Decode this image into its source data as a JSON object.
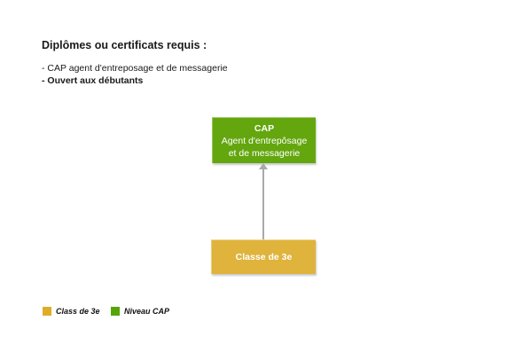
{
  "header": {
    "title": "Diplômes ou certificats requis :",
    "items": [
      {
        "text": "- CAP agent d'entreposage et de messagerie",
        "bold": false
      },
      {
        "text": "- Ouvert aux débutants",
        "bold": true
      }
    ]
  },
  "diagram": {
    "cap_node": {
      "line1": "CAP",
      "line2": "Agent d'entrepôsage",
      "line3": "et de messagerie",
      "color": "#63a60e"
    },
    "classe_node": {
      "label": "Classe de 3e",
      "color": "#dfb33c"
    },
    "arrow": {
      "direction": "up",
      "color": "#a9a9a9"
    }
  },
  "legend": {
    "items": [
      {
        "label": "Class de 3e",
        "color": "#e0ac28"
      },
      {
        "label": "Niveau CAP",
        "color": "#55a509"
      }
    ]
  },
  "colors": {
    "background": "#ffffff",
    "text": "#1a1a1a",
    "node_text": "#ffffff"
  }
}
